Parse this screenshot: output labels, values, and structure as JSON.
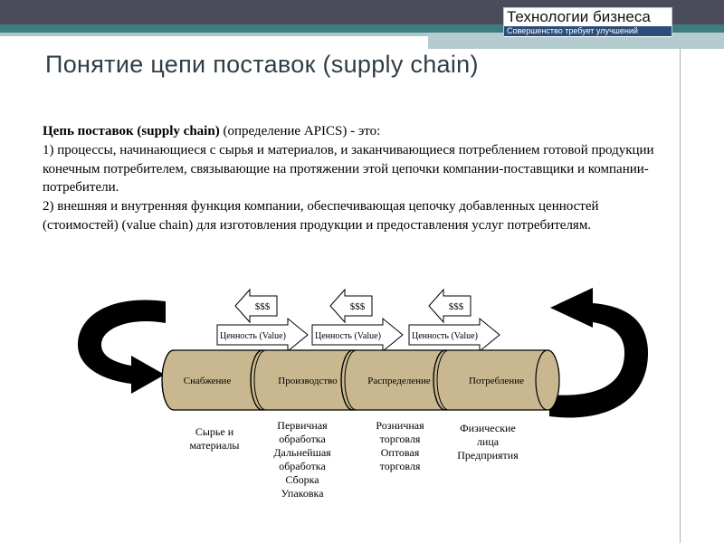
{
  "header": {
    "logo_title": "Технологии бизнеса",
    "logo_subtitle": "Совершенство требует улучшений"
  },
  "page_title": "Понятие цепи поставок (supply chain)",
  "definition": {
    "lead_bold": "Цепь поставок",
    "lead_bold_paren": "(supply chain)",
    "lead_rest": " (определение APICS) - это:",
    "item1": "1) процессы, начинающиеся с сырья и материалов, и заканчивающиеся потреблением готовой продукции конечным потребителем, связывающие на протяжении этой цепочки компании-поставщики и компании-потребители.",
    "item2": "2) внешняя и внутренняя функция компании, обеспечивающая цепочку добавленных ценностей (стоимостей) (value chain) для изготовления продукции и предоставления услуг потребителям."
  },
  "diagram": {
    "money_label": "$$$",
    "value_label": "Ценность (Value)",
    "stages": [
      {
        "label": "Снабжение",
        "caption": [
          "Сырье и",
          "материалы"
        ]
      },
      {
        "label": "Производство",
        "caption": [
          "Первичная",
          "обработка",
          "Дальнейшая",
          "обработка",
          "Сборка",
          "Упаковка"
        ]
      },
      {
        "label": "Распределение",
        "caption": [
          "Розничная",
          "торговля",
          "Оптовая",
          "торговля"
        ]
      },
      {
        "label": "Потребление",
        "caption": [
          "Физические",
          "лица",
          "Предприятия"
        ]
      }
    ],
    "colors": {
      "cylinder": "#c9b88f",
      "cylinder_edge": "#000000",
      "arrow_fill": "#ffffff",
      "loop_arrow": "#000000"
    }
  }
}
